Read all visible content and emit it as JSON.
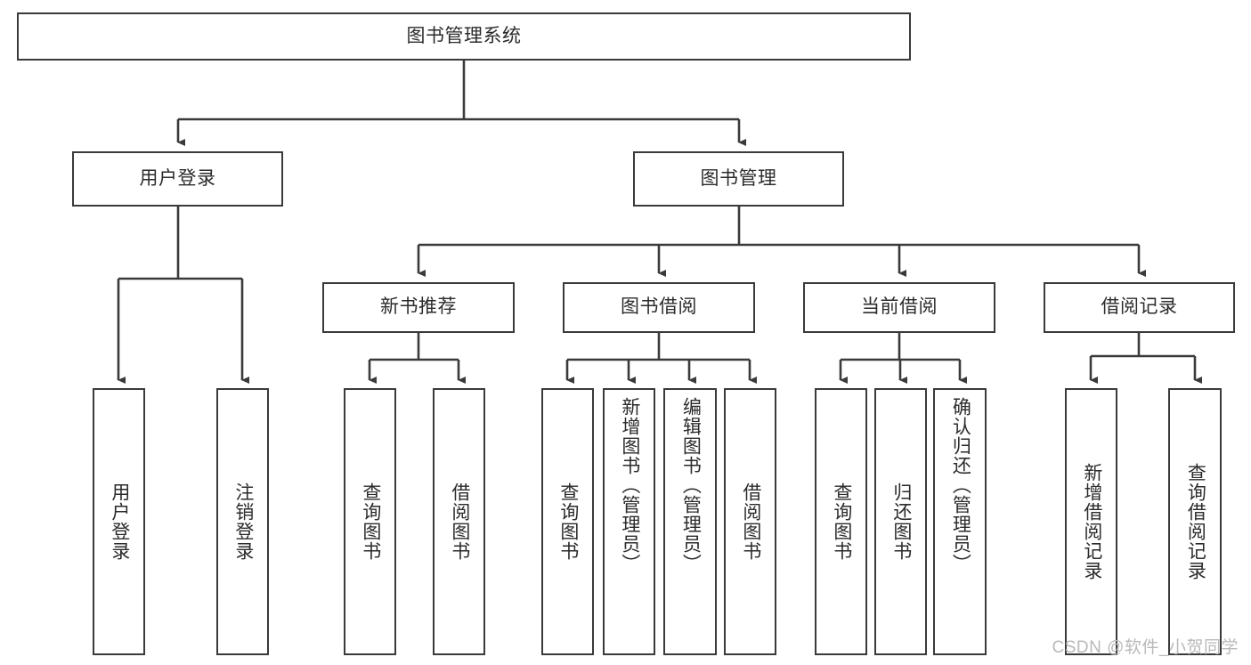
{
  "diagram": {
    "title": "图书管理系统",
    "type": "tree",
    "watermark": "CSDN @软件_小贺同学",
    "colors": {
      "box_border": "#3a3a3a",
      "box_fill": "#ffffff",
      "edge": "#3a3a3a",
      "text": "#2b2b2b",
      "watermark": "#b9b9b9"
    },
    "nodes": {
      "root": {
        "label": "图书管理系统",
        "level": 0
      },
      "n_user_login": {
        "label": "用户登录",
        "level": 1
      },
      "n_book_mgmt": {
        "label": "图书管理",
        "level": 1
      },
      "n_new_book_rec": {
        "label": "新书推荐",
        "level": 2
      },
      "n_book_borrow": {
        "label": "图书借阅",
        "level": 2
      },
      "n_current_borrow": {
        "label": "当前借阅",
        "level": 2
      },
      "n_borrow_record": {
        "label": "借阅记录",
        "level": 2
      },
      "l_user_login": {
        "label": "用户登录",
        "level": 3
      },
      "l_user_logout": {
        "label": "注销登录",
        "level": 3
      },
      "l_query_book_1": {
        "label": "查询图书",
        "level": 3
      },
      "l_borrow_book_1": {
        "label": "借阅图书",
        "level": 3
      },
      "l_query_book_2": {
        "label": "查询图书",
        "level": 3
      },
      "l_add_book_admin": {
        "label": "新增图书（管理员）",
        "level": 3
      },
      "l_edit_book_admin": {
        "label": "编辑图书（管理员）",
        "level": 3
      },
      "l_borrow_book_2": {
        "label": "借阅图书",
        "level": 3
      },
      "l_query_book_3": {
        "label": "查询图书",
        "level": 3
      },
      "l_return_book": {
        "label": "归还图书",
        "level": 3
      },
      "l_confirm_return_admin": {
        "label": "确认归还（管理员）",
        "level": 3
      },
      "l_add_borrow_record": {
        "label": "新增借阅记录",
        "level": 3
      },
      "l_query_borrow_record": {
        "label": "查询借阅记录",
        "level": 3
      }
    },
    "edges": [
      {
        "from": "root",
        "to": "n_user_login"
      },
      {
        "from": "root",
        "to": "n_book_mgmt"
      },
      {
        "from": "n_user_login",
        "to": "l_user_login"
      },
      {
        "from": "n_user_login",
        "to": "l_user_logout"
      },
      {
        "from": "n_book_mgmt",
        "to": "n_new_book_rec"
      },
      {
        "from": "n_book_mgmt",
        "to": "n_book_borrow"
      },
      {
        "from": "n_book_mgmt",
        "to": "n_current_borrow"
      },
      {
        "from": "n_book_mgmt",
        "to": "n_borrow_record"
      },
      {
        "from": "n_new_book_rec",
        "to": "l_query_book_1"
      },
      {
        "from": "n_new_book_rec",
        "to": "l_borrow_book_1"
      },
      {
        "from": "n_book_borrow",
        "to": "l_query_book_2"
      },
      {
        "from": "n_book_borrow",
        "to": "l_add_book_admin"
      },
      {
        "from": "n_book_borrow",
        "to": "l_edit_book_admin"
      },
      {
        "from": "n_book_borrow",
        "to": "l_borrow_book_2"
      },
      {
        "from": "n_current_borrow",
        "to": "l_query_book_3"
      },
      {
        "from": "n_current_borrow",
        "to": "l_return_book"
      },
      {
        "from": "n_current_borrow",
        "to": "l_confirm_return_admin"
      },
      {
        "from": "n_borrow_record",
        "to": "l_add_borrow_record"
      },
      {
        "from": "n_borrow_record",
        "to": "l_query_borrow_record"
      }
    ]
  }
}
